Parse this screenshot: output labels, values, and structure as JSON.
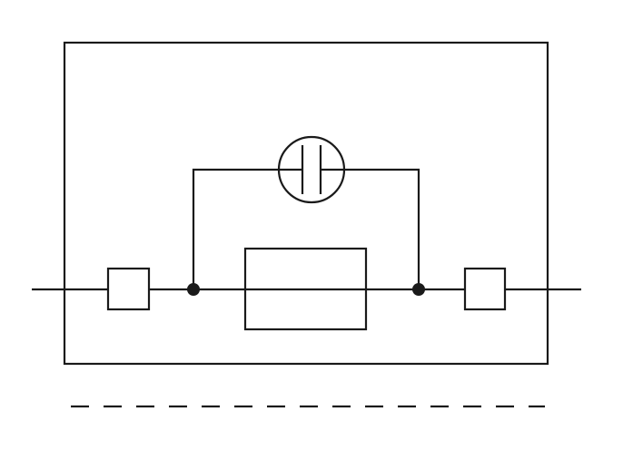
{
  "diagram": {
    "kind": "fuse-terminal-block-symbol",
    "elements": [
      {
        "id": "enclosure",
        "shape": "rectangle"
      },
      {
        "id": "main-line",
        "shape": "line"
      },
      {
        "id": "terminal-left",
        "shape": "square"
      },
      {
        "id": "terminal-right",
        "shape": "square"
      },
      {
        "id": "junction-left",
        "shape": "dot"
      },
      {
        "id": "junction-right",
        "shape": "dot"
      },
      {
        "id": "fuse-body",
        "shape": "rectangle"
      },
      {
        "id": "bypass-branch",
        "shape": "polyline"
      },
      {
        "id": "indicator-lamp",
        "shape": "circle-with-electrodes"
      },
      {
        "id": "separator-line",
        "shape": "dashed-line"
      }
    ]
  },
  "colors": {
    "stroke": "#1a1a1a",
    "background": "#ffffff"
  }
}
